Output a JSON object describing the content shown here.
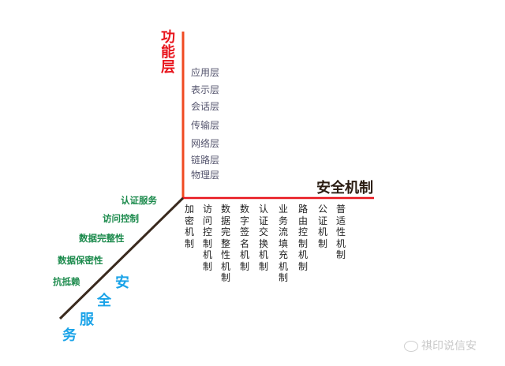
{
  "axes": {
    "function_title": "功能层",
    "mechanism_title": "安全机制",
    "service_title": [
      "安",
      "全",
      "服",
      "务"
    ]
  },
  "layers": [
    "应用层",
    "表示层",
    "会话层",
    "传输层",
    "网络层",
    "链路层",
    "物理层"
  ],
  "mechanisms": [
    "加密机制",
    "访问控制机制",
    "数据完整性机制",
    "数字签名机制",
    "认证交换机制",
    "业务流填充机制",
    "路由控制机制",
    "公证机制",
    "普适性机制"
  ],
  "services": [
    "认证服务",
    "访问控制",
    "数据完整性",
    "数据保密性",
    "抗抵赖"
  ],
  "watermark": "祺印说信安",
  "colors": {
    "function_axis": "#f04a22",
    "mechanism_axis": "#e8141c",
    "service_axis": "#3a2a1e",
    "services": "#1b8a4c",
    "service_title": "#1aa3e8"
  }
}
